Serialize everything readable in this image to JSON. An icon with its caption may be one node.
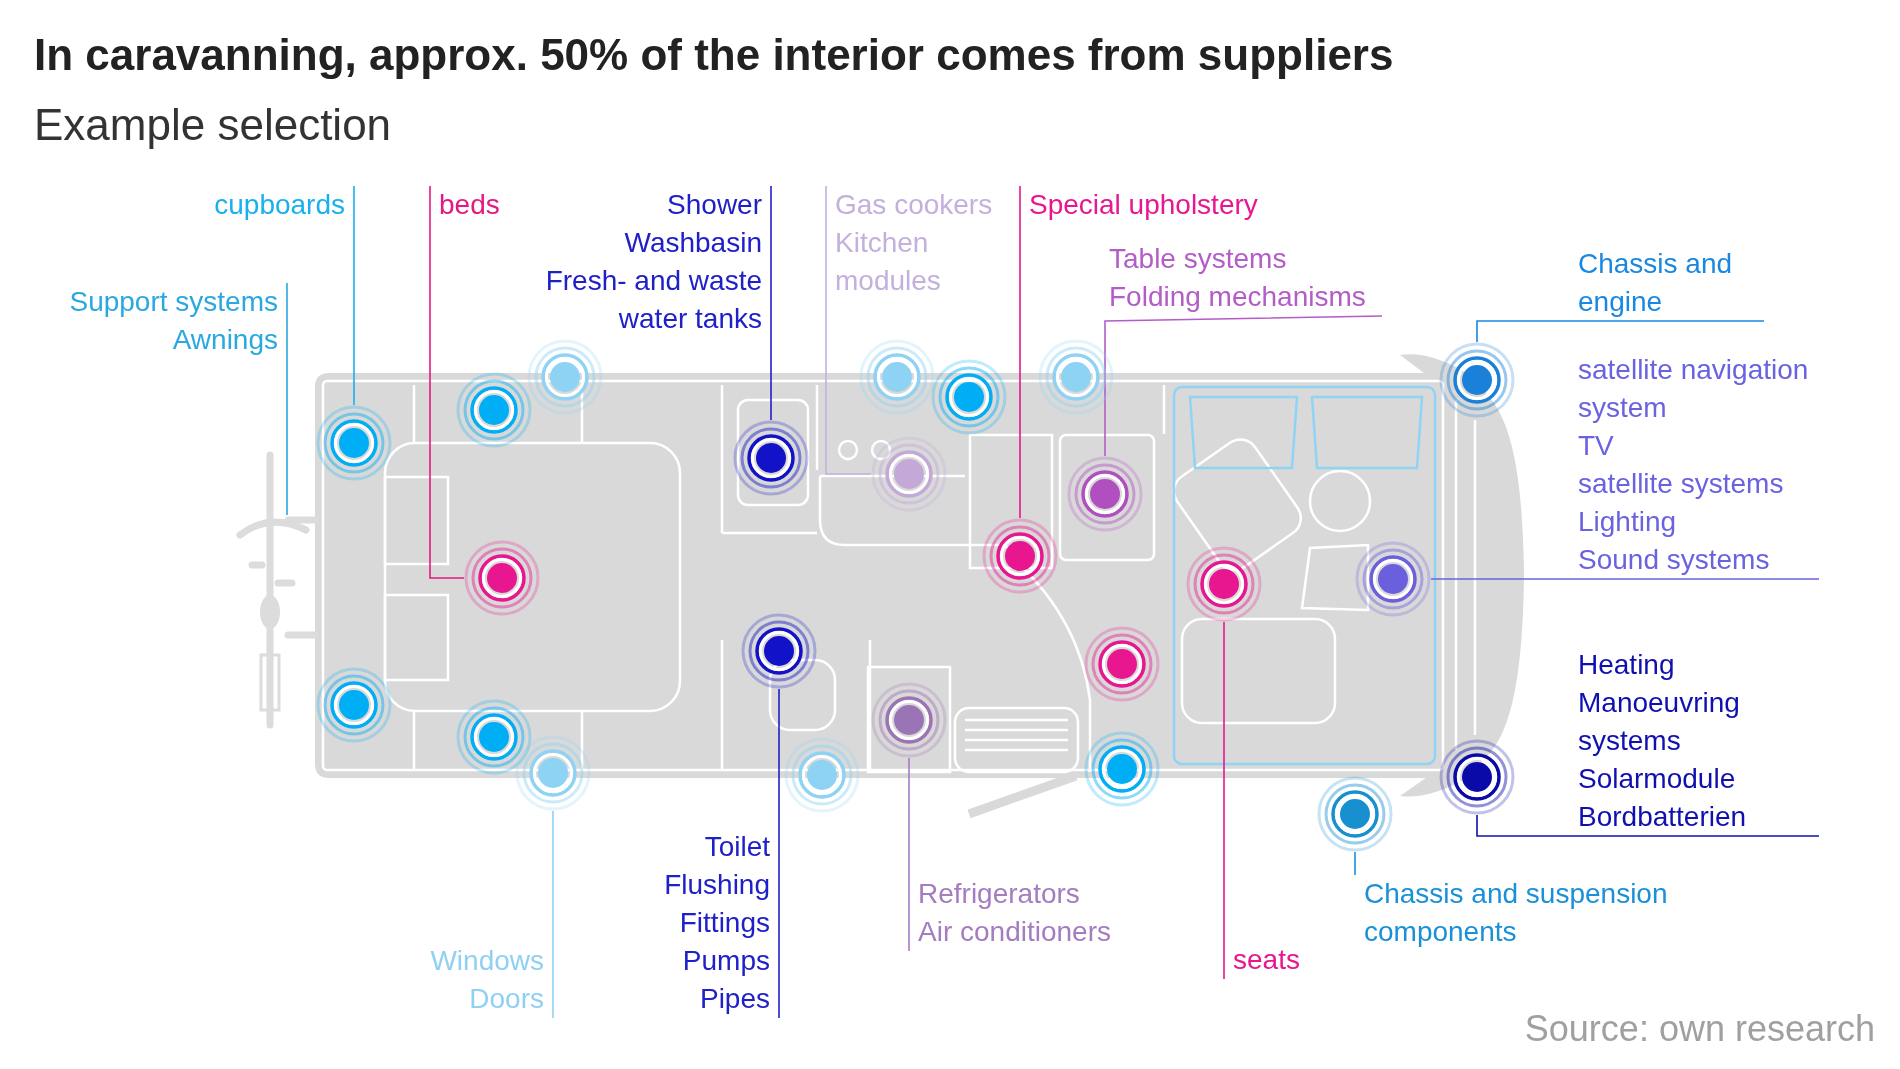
{
  "diagram": {
    "title": "In caravanning, approx. 50% of the interior comes from suppliers",
    "nodes": [
      {
        "text": [
          "cupboards"
        ]
      },
      {
        "text": [
          "Support systems",
          "Awnings"
        ]
      },
      {
        "text": [
          "beds"
        ]
      },
      {
        "text": [
          "Shower",
          "Washbasin",
          "Fresh- and waste water tanks"
        ]
      },
      {
        "text": [
          "Gas cookers",
          "Kitchen modules"
        ]
      },
      {
        "text": [
          "Special upholstery"
        ]
      },
      {
        "text": [
          "Table systems",
          "Folding mechanisms"
        ]
      },
      {
        "text": [
          "Chassis and engine"
        ]
      },
      {
        "text": [
          "satellite navigation system",
          "TV",
          "satellite systems",
          "Lighting",
          "Sound systems"
        ]
      },
      {
        "text": [
          "Heating",
          "Manoeuvring systems",
          "Solarmodule",
          "Bordbatterien"
        ]
      },
      {
        "text": [
          "Chassis and suspension components"
        ]
      },
      {
        "text": [
          "seats"
        ]
      },
      {
        "text": [
          "Refrigerators",
          "Air conditioners"
        ]
      },
      {
        "text": [
          "Toilet",
          "Flushing",
          "Fittings",
          "Pumps",
          "Pipes"
        ]
      },
      {
        "text": [
          "Windows",
          "Doors"
        ]
      },
      {
        "text": [],
        "shape": "circle"
      },
      {
        "text": [],
        "shape": "circle"
      },
      {
        "text": [],
        "shape": "circle"
      },
      {
        "text": [],
        "shape": "circle"
      },
      {
        "text": [],
        "shape": "circle"
      },
      {
        "text": [],
        "shape": "circle"
      },
      {
        "text": [],
        "shape": "circle"
      },
      {
        "text": [],
        "shape": "circle"
      },
      {
        "text": [],
        "shape": "circle"
      },
      {
        "text": [],
        "shape": "circle"
      },
      {
        "text": [],
        "shape": "circle"
      },
      {
        "text": [],
        "shape": "circle"
      },
      {
        "text": [],
        "shape": "circle"
      },
      {
        "text": [],
        "shape": "circle"
      },
      {
        "text": [],
        "shape": "circle"
      },
      {
        "text": [],
        "shape": "circle"
      },
      {
        "text": [],
        "shape": "circle"
      },
      {
        "text": [],
        "shape": "circle"
      },
      {
        "text": [],
        "shape": "circle"
      },
      {
        "text": [],
        "shape": "circle"
      },
      {
        "text": [],
        "shape": "circle"
      },
      {
        "text": [],
        "shape": "circle"
      },
      {
        "text": [],
        "shape": "circle"
      },
      {
        "text": [],
        "shape": "circle"
      }
    ],
    "edges": [
      {
        "from": 0,
        "to": 15,
        "arrow": "none",
        "color": "#1ab0f0"
      },
      {
        "from": 1,
        "to": null,
        "arrow": "none",
        "color": "#2aa8e0"
      },
      {
        "from": 2,
        "to": 26,
        "arrow": "none",
        "color": "#e5197f"
      },
      {
        "from": 3,
        "to": 18,
        "arrow": "none",
        "color": "#2020c8"
      },
      {
        "from": 4,
        "to": 19,
        "arrow": "none",
        "color": "#c4b0dc"
      },
      {
        "from": 5,
        "to": 25,
        "arrow": "none",
        "color": "#e8168f"
      },
      {
        "from": 6,
        "to": 24,
        "arrow": "none",
        "color": "#b45cc8"
      },
      {
        "from": 7,
        "to": 23,
        "arrow": "none",
        "color": "#1a88e0"
      },
      {
        "from": 8,
        "to": 28,
        "arrow": "none",
        "color": "#6a62e0"
      },
      {
        "from": 9,
        "to": 37,
        "arrow": "none",
        "color": "#1010b0"
      },
      {
        "from": 10,
        "to": 38,
        "arrow": "none",
        "color": "#1a90d8"
      },
      {
        "from": 11,
        "to": 27,
        "arrow": "none",
        "color": "#e8168f"
      },
      {
        "from": 12,
        "to": 31,
        "arrow": "none",
        "color": "#a47cc0"
      },
      {
        "from": 13,
        "to": 29,
        "arrow": "none",
        "color": "#2020c8"
      },
      {
        "from": 14,
        "to": 34,
        "arrow": "none",
        "color": "#8fd0f3"
      }
    ],
    "labels": [
      "Example selection",
      "Source: own research"
    ]
  }
}
